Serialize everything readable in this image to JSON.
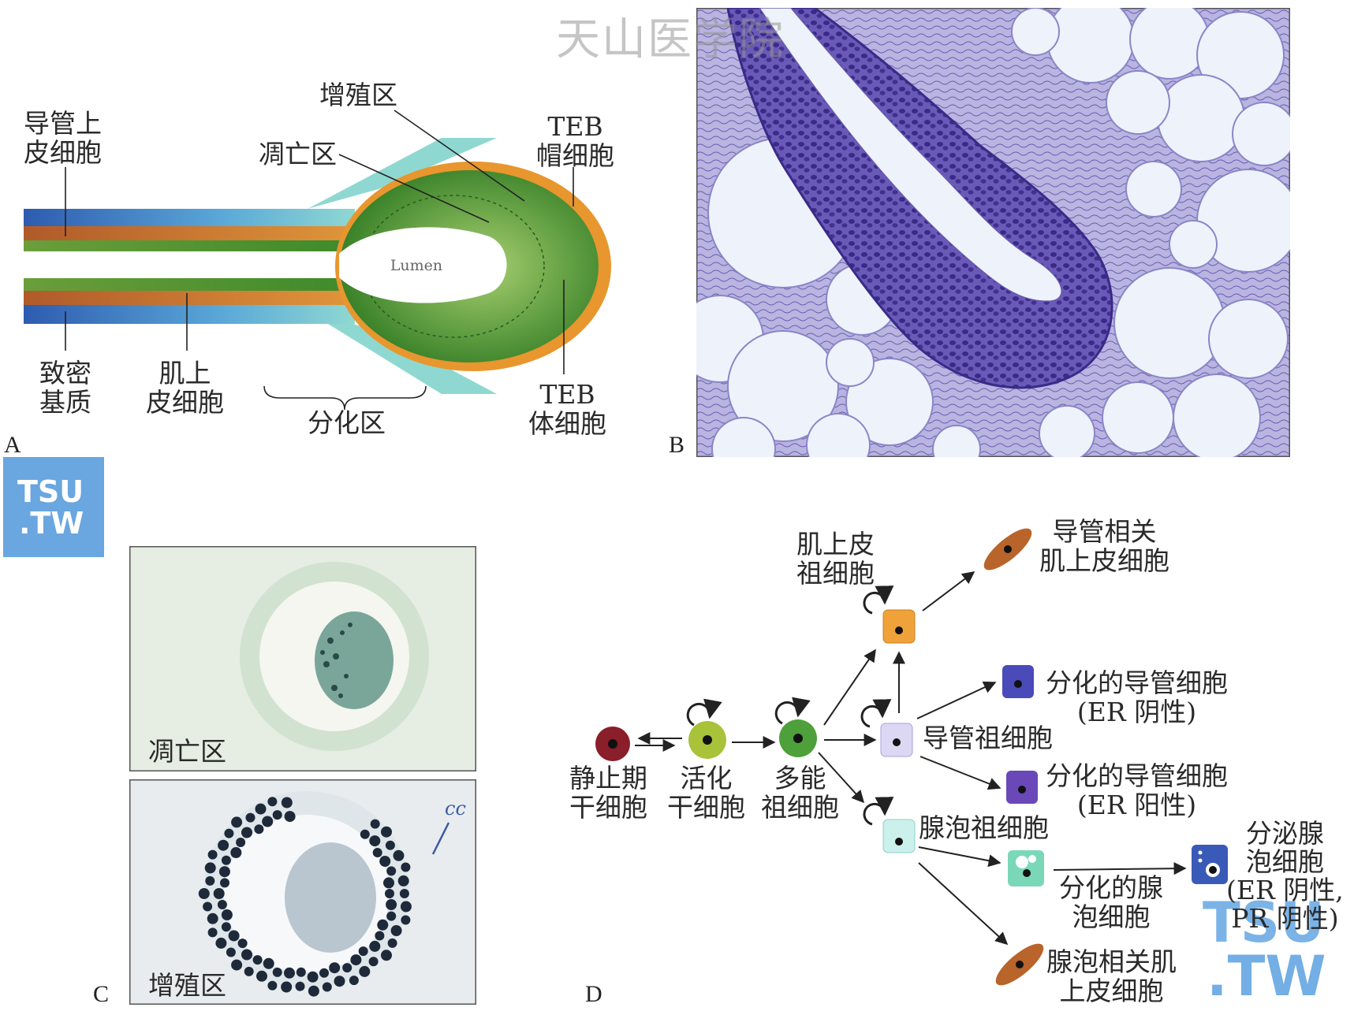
{
  "watermark_top": "天山医学院",
  "watermark_logo": {
    "line1": "TSU",
    "line2": ".TW"
  },
  "panel_letters": {
    "a": "A",
    "b": "B",
    "c": "C",
    "d": "D"
  },
  "panelA": {
    "ductal_epithelial": "导管上\n皮细胞",
    "proliferation_zone": "增殖区",
    "apoptosis_zone": "凋亡区",
    "teb_cap_cells": "TEB\n帽细胞",
    "lumen": "Lumen",
    "dense_stroma": "致密\n基质",
    "myoepithelial": "肌上\n皮细胞",
    "differentiation_zone": "分化区",
    "teb_body_cells": "TEB\n体细胞"
  },
  "panelC": {
    "top_label": "凋亡区",
    "bottom_label": "增殖区",
    "cc_label": "cc"
  },
  "panelD": {
    "quiescent_stem": "静止期\n干细胞",
    "activated_stem": "活化\n干细胞",
    "multipotent_progenitor": "多能\n祖细胞",
    "myoepithelial_progenitor": "肌上皮\n祖细胞",
    "ductal_myoepithelial": "导管相关\n肌上皮细胞",
    "ductal_progenitor": "导管祖细胞",
    "diff_ductal_er_neg": "分化的导管细胞\n(ER 阴性)",
    "diff_ductal_er_pos": "分化的导管细胞\n(ER 阳性)",
    "alveolar_progenitor": "腺泡祖细胞",
    "diff_alveolar": "分化的腺\n泡细胞",
    "secretory_alveolar": "分泌腺\n泡细胞\n(ER 阴性,\nPR 阴性)",
    "alveolar_myoepithelial": "腺泡相关肌\n上皮细胞"
  },
  "colors": {
    "stroma_blue": "#2f5fb3",
    "myo_orange": "#b8642a",
    "epi_green": "#5f9a3a",
    "teb_green": "#3e8a2a",
    "cap_orange": "#e8962e",
    "fat_sheath": "#8fd8d2",
    "he_purple": "#5a4aa8",
    "logo_blue": "#6aa6e0"
  }
}
